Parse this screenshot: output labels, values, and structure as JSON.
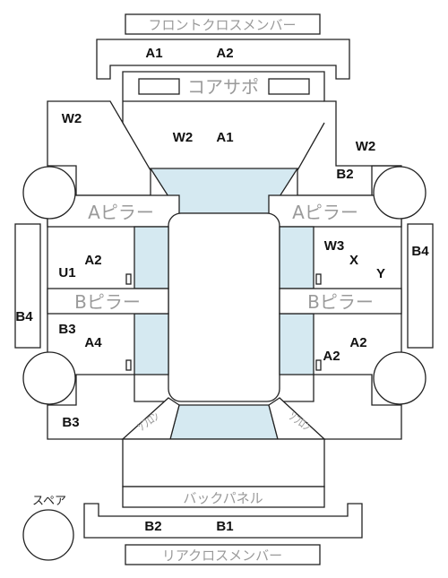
{
  "parts": {
    "front_cross_member": "フロントクロスメンバー",
    "core_support": "コアサポ",
    "a_pillar": "Aピラー",
    "b_pillar": "Bピラー",
    "back_panel": "バックパネル",
    "rear_cross_member": "リアクロスメンバー",
    "spare": "スペア",
    "floor_left": "ｿﾌﾛﾝ",
    "floor_right": "ｿﾌﾛﾝ"
  },
  "ratings": {
    "front_cm_left": "A1",
    "front_cm_right": "A2",
    "left_fender": "W2",
    "hood_left": "W2",
    "hood_right": "A1",
    "right_fender": "W2",
    "right_fender_b": "B2",
    "left_front_door_a": "A2",
    "left_front_door_u": "U1",
    "left_side_sill": "B4",
    "left_rear_door_b": "B3",
    "left_rear_door_a": "A4",
    "left_quarter": "B3",
    "right_front_door_w": "W3",
    "right_front_door_x": "X",
    "right_front_door_y": "Y",
    "right_side_sill": "B4",
    "right_rear_door_a2_upper": "A2",
    "right_rear_door_a2_lower": "A2",
    "rear_cm_left": "B2",
    "rear_cm_right": "B1"
  }
}
